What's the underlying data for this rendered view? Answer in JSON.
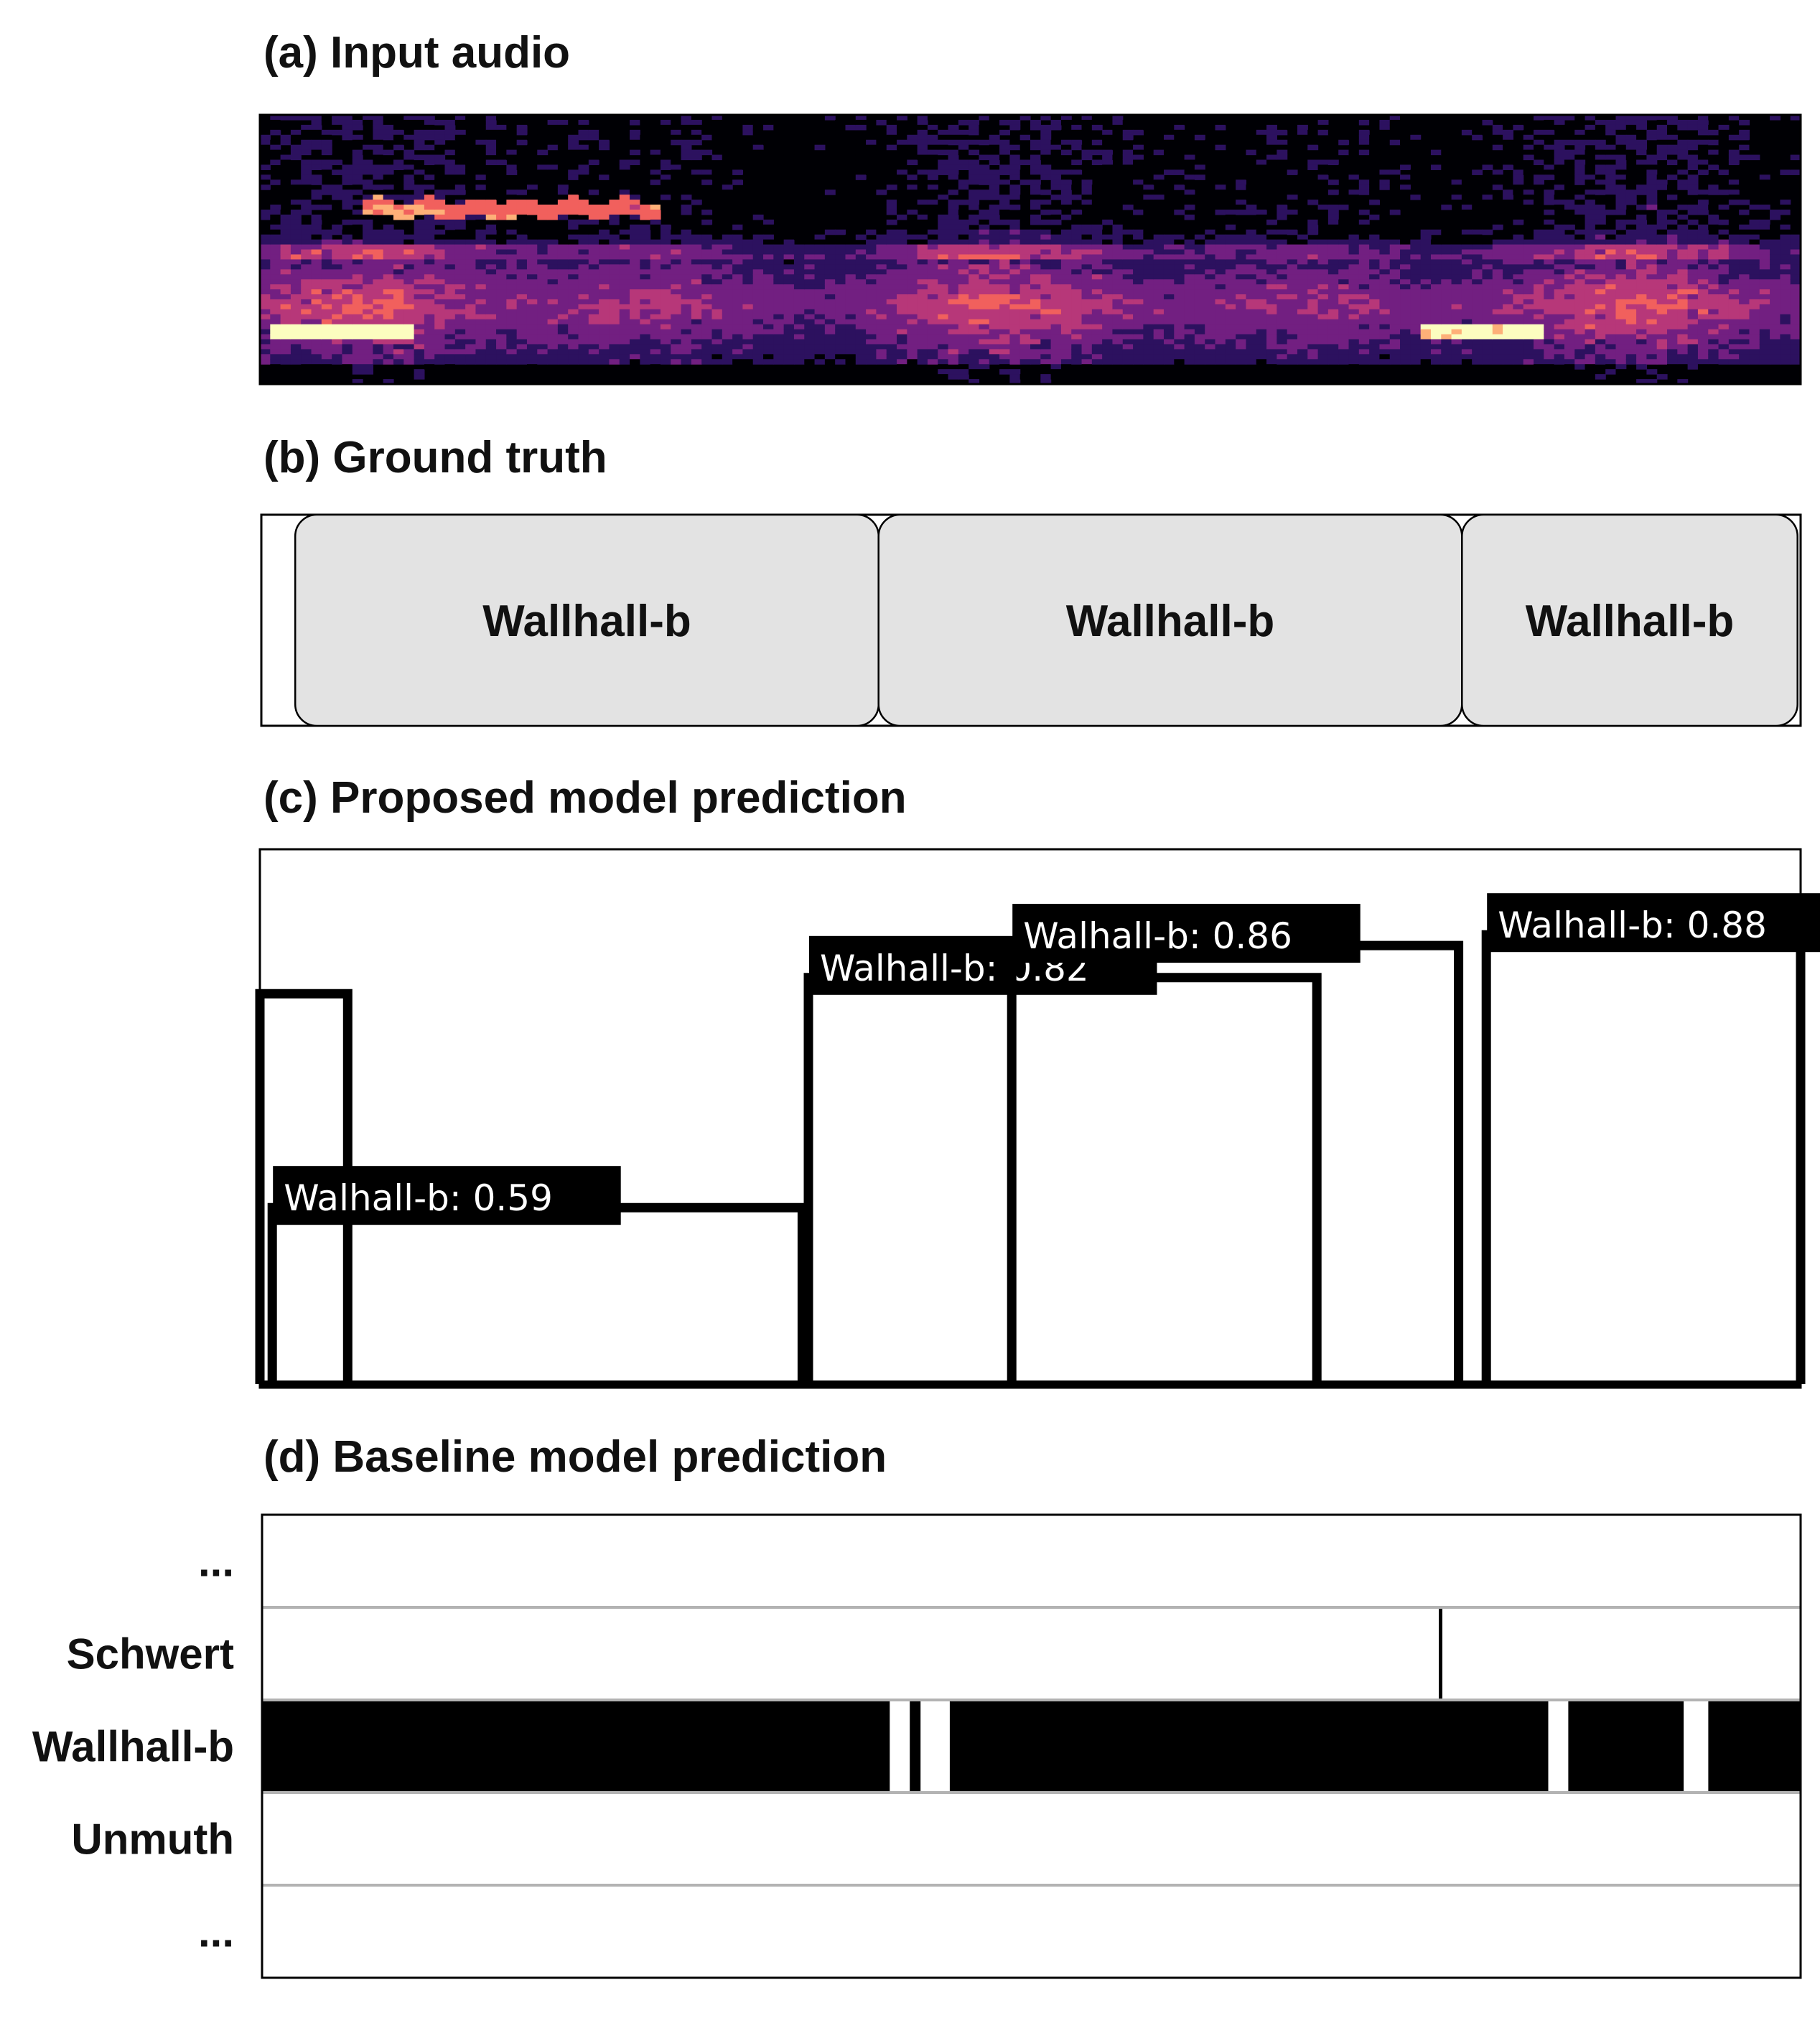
{
  "panels": {
    "a": {
      "title": "(a) Input audio"
    },
    "b": {
      "title": "(b) Ground truth"
    },
    "c": {
      "title": "(c) Proposed model prediction"
    },
    "d": {
      "title": "(d) Baseline model prediction"
    }
  },
  "spectrogram": {
    "colormap": "magma",
    "colors": [
      "#000004",
      "#2c115f",
      "#721f81",
      "#b73779",
      "#f1605d",
      "#feb078",
      "#fcfdbf"
    ]
  },
  "ground_truth": {
    "segments": [
      {
        "label": "Wallhall-b",
        "start": 0.022,
        "end": 0.401
      },
      {
        "label": "Wallhall-b",
        "start": 0.401,
        "end": 0.78
      },
      {
        "label": "Wallhall-b",
        "start": 0.78,
        "end": 0.998
      }
    ],
    "fill": "#e3e3e3"
  },
  "proposed": {
    "boxes": [
      {
        "start": 0.0,
        "end": 0.057,
        "score": 0.73,
        "label": ""
      },
      {
        "start": 0.008,
        "end": 0.352,
        "score": 0.33,
        "label": "Walhall-b: 0.59"
      },
      {
        "start": 0.356,
        "end": 0.686,
        "score": 0.76,
        "label": "Walhall-b: 0.82"
      },
      {
        "start": 0.488,
        "end": 0.778,
        "score": 0.82,
        "label": "Walhall-b: 0.86"
      },
      {
        "start": 0.796,
        "end": 1.0,
        "score": 0.84,
        "label": "Walhall-b: 0.88"
      }
    ]
  },
  "baseline": {
    "rows": [
      "...",
      "Schwert",
      "Wallhall-b",
      "Unmuth",
      "..."
    ],
    "active_row": 2,
    "active_segments": [
      {
        "start": 0.0,
        "end": 0.408
      },
      {
        "start": 0.421,
        "end": 0.428
      },
      {
        "start": 0.447,
        "end": 0.836
      },
      {
        "start": 0.849,
        "end": 0.924
      },
      {
        "start": 0.94,
        "end": 1.0
      }
    ],
    "schwert_marker": 0.766,
    "grid_color": "#b3b3b3"
  }
}
